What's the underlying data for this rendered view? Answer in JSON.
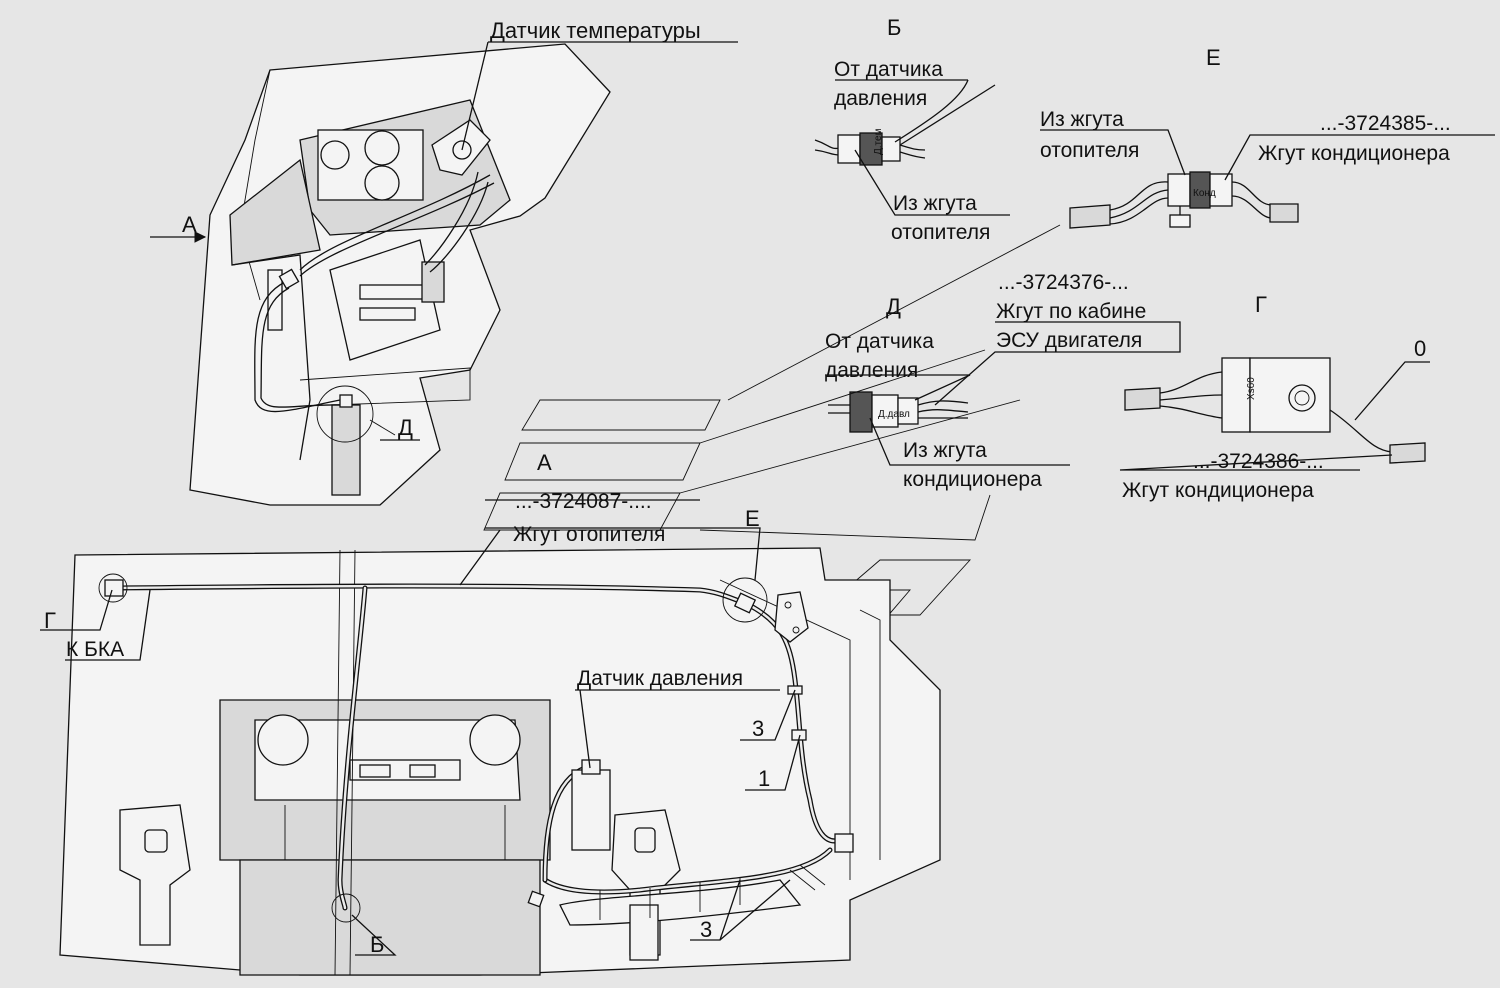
{
  "labels": {
    "temp_sensor": "Датчик температуры",
    "view_b": "Б",
    "from_pressure_sensor_1": "От датчика",
    "from_pressure_sensor_2": "давления",
    "from_heater_harness_b_1": "Из жгута",
    "from_heater_harness_b_2": "отопителя",
    "view_e": "Е",
    "from_heater_harness_e_1": "Из жгута",
    "from_heater_harness_e_2": "отопителя",
    "part_3724385": "...-3724385-...",
    "ac_harness_e": "Жгут кондиционера",
    "part_3724376": "...-3724376-...",
    "cabin_harness_1": "Жгут по кабине",
    "cabin_harness_2": "ЭСУ двигателя",
    "view_d": "Д",
    "from_pressure_d_1": "От датчика",
    "from_pressure_d_2": "давления",
    "from_ac_harness_d_1": "Из жгута",
    "from_ac_harness_d_2": "кондиционера",
    "view_g": "Г",
    "zero_mark": "0",
    "part_3724386": "...-3724386-...",
    "ac_harness_g": "Жгут кондиционера",
    "arrow_a": "А",
    "callout_d": "Д",
    "view_a_label": "А",
    "part_3724087": "...-3724087-....",
    "heater_harness": "Жгут отопителя",
    "callout_e": "Е",
    "callout_g": "Г",
    "to_bka": "К БКА",
    "pressure_sensor": "Датчик давления",
    "pos_3_top": "3",
    "pos_1": "1",
    "pos_3_bottom": "3",
    "callout_b": "Б"
  },
  "connector_marks": {
    "b_connector": "Д.тем",
    "e_connector": "Конд",
    "d_connector": "Д.давл",
    "g_connector": "Xs60"
  }
}
